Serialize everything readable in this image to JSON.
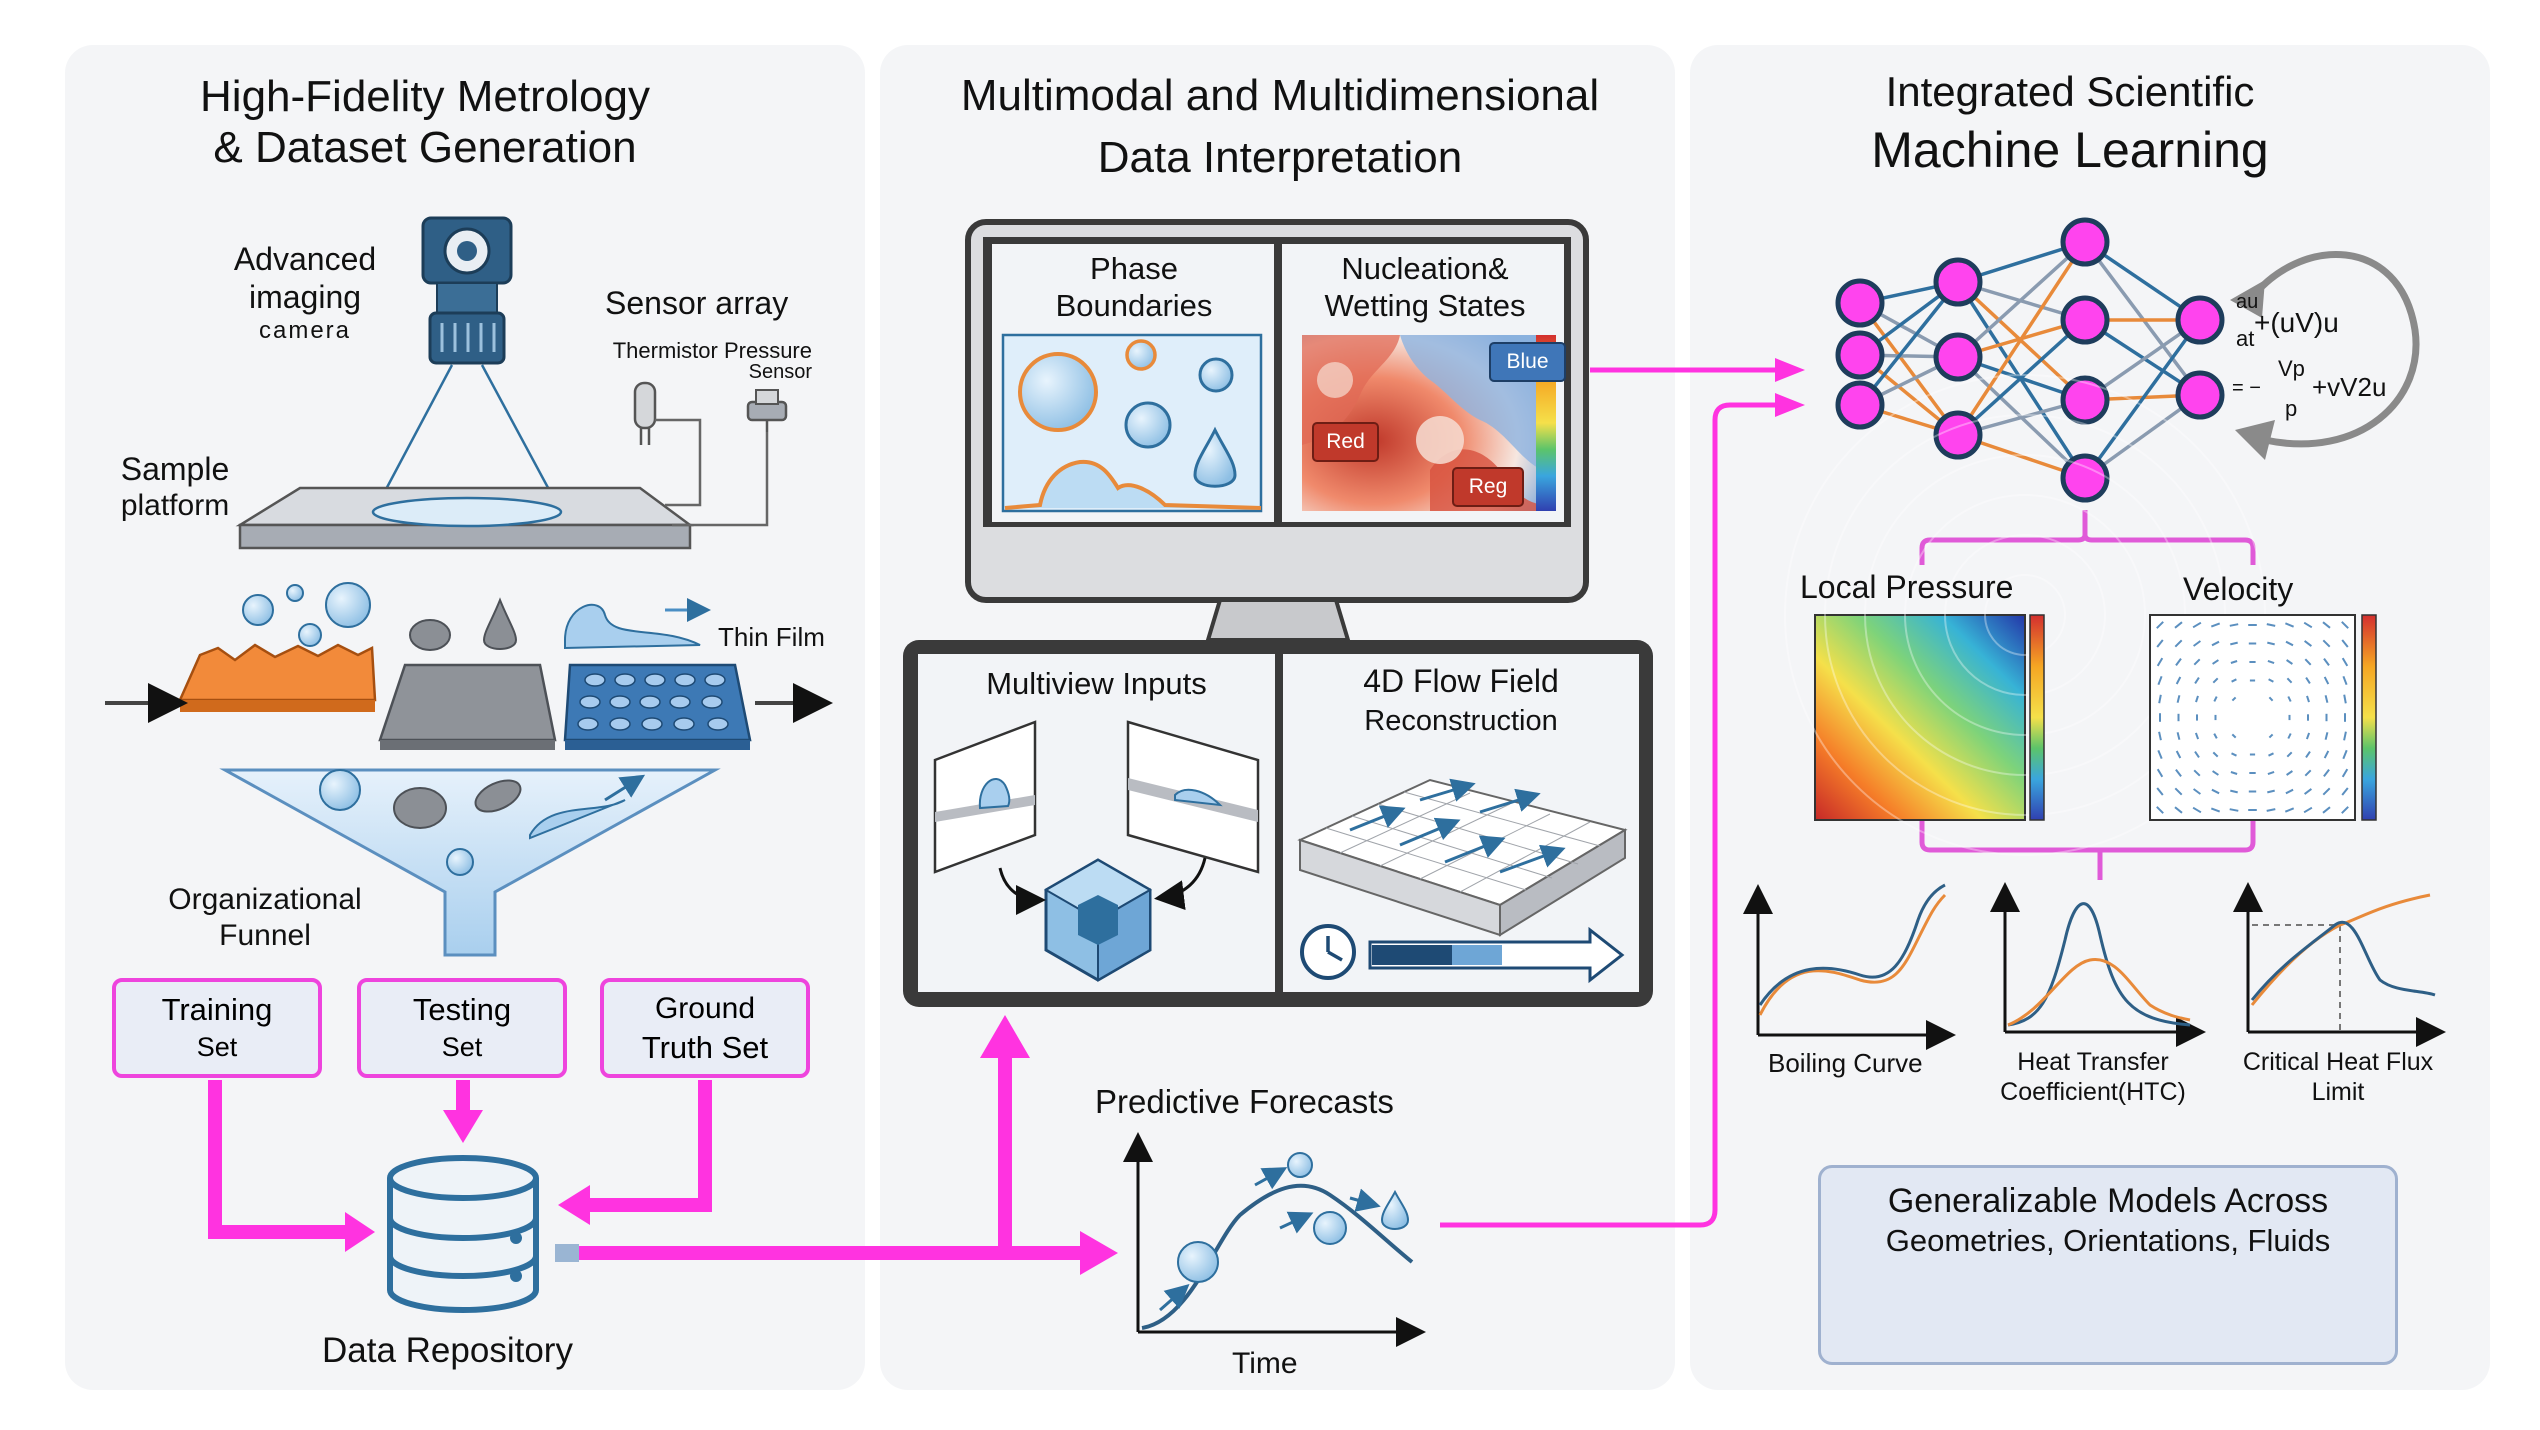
{
  "colors": {
    "panel": "#f4f5f7",
    "magenta": "#ff33e0",
    "steel_blue": "#2e6f9e",
    "node_magenta": "#ff44ee",
    "orange": "#e88a3a",
    "light_blue": "#a9cfee",
    "monitor_frame": "#3a3a3a"
  },
  "left": {
    "title_line1": "High-Fidelity Metrology",
    "title_line2": "& Dataset Generation",
    "camera_line1": "Advanced",
    "camera_line2": "imaging",
    "camera_line3": "camera",
    "sensor_array": "Sensor array",
    "sensor_types_line1": "Thermistor Pressure",
    "sensor_types_line2": "Sensor",
    "sample_line1": "Sample",
    "sample_line2": "platform",
    "thin_film": "Thin Film",
    "funnel_line1": "Organizational",
    "funnel_line2": "Funnel",
    "sets": [
      {
        "line1": "Training",
        "line2": "Set"
      },
      {
        "line1": "Testing",
        "line2": "Set"
      },
      {
        "line1": "Ground",
        "line2": "Truth Set"
      }
    ],
    "repository": "Data Repository"
  },
  "middle": {
    "title_line1": "Multimodal and Multidimensional",
    "title_line2": "Data Interpretation",
    "phase_line1": "Phase",
    "phase_line2": "Boundaries",
    "nucleation_line1": "Nucleation&",
    "nucleation_line2": "Wetting States",
    "tag_blue": "Blue",
    "tag_red": "Red",
    "tag_reg": "Reg",
    "multiview": "Multiview Inputs",
    "flow_line1": "4D Flow Field",
    "flow_line2": "Reconstruction",
    "forecasts": "Predictive Forecasts",
    "time": "Time"
  },
  "right": {
    "title_line1": "Integrated Scientific",
    "title_line2": "Machine Learning",
    "eq_au": "au",
    "eq_at": "at",
    "eq_term1": "+(uV)u",
    "eq_eq": "= −",
    "eq_vp": "Vp",
    "eq_p": "p",
    "eq_term2": "+vV2u",
    "local_pressure": "Local Pressure",
    "velocity": "Velocity",
    "boiling": "Boiling Curve",
    "htc_line1": "Heat Transfer",
    "htc_line2": "Coefficient(HTC)",
    "chf_line1": "Critical Heat Flux",
    "chf_line2": "Limit",
    "gen_line1": "Generalizable Models Across",
    "gen_line2": "Geometries, Orientations, Fluids"
  }
}
